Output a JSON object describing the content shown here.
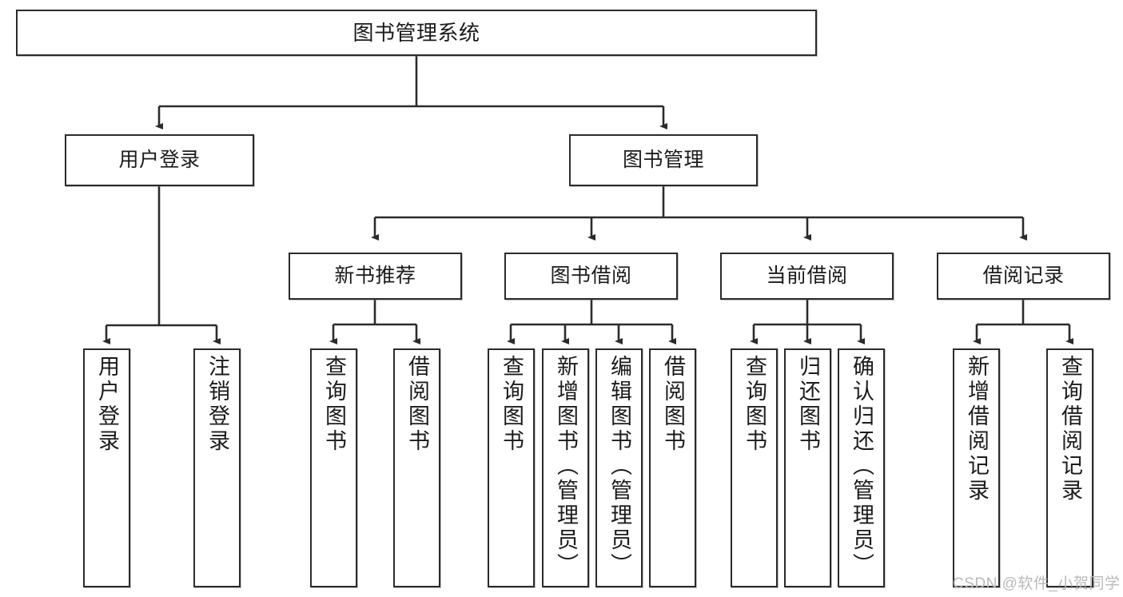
{
  "diagram": {
    "type": "hierarchy-tree",
    "title": "图书管理系统",
    "colors": {
      "box_border": "#2b2b2b",
      "box_fill": "#ffffff",
      "line": "#2b2b2b",
      "text": "#1b1b1b",
      "watermark": "#b9b9b9",
      "background": "#ffffff"
    },
    "nodes": {
      "root": {
        "label": "图书管理系统"
      },
      "level2": [
        {
          "id": "user-login",
          "label": "用户登录"
        },
        {
          "id": "book-manage",
          "label": "图书管理"
        }
      ],
      "level3": [
        {
          "id": "new-book-recommend",
          "label": "新书推荐"
        },
        {
          "id": "book-borrow",
          "label": "图书借阅"
        },
        {
          "id": "current-borrow",
          "label": "当前借阅"
        },
        {
          "id": "borrow-record",
          "label": "借阅记录"
        }
      ],
      "leaves": {
        "user_login": [
          {
            "id": "leaf-user-login",
            "label": "用户登录"
          },
          {
            "id": "leaf-logout-login",
            "label": "注销登录"
          }
        ],
        "new_book_recommend": [
          {
            "id": "leaf-query-book-1",
            "label": "查询图书"
          },
          {
            "id": "leaf-borrow-book-1",
            "label": "借阅图书"
          }
        ],
        "book_borrow": [
          {
            "id": "leaf-query-book-2",
            "label": "查询图书"
          },
          {
            "id": "leaf-add-book",
            "label": "新增图书（管理员）"
          },
          {
            "id": "leaf-edit-book",
            "label": "编辑图书（管理员）"
          },
          {
            "id": "leaf-borrow-book-2",
            "label": "借阅图书"
          }
        ],
        "current_borrow": [
          {
            "id": "leaf-query-book-3",
            "label": "查询图书"
          },
          {
            "id": "leaf-return-book",
            "label": "归还图书"
          },
          {
            "id": "leaf-confirm-return",
            "label": "确认归还（管理员）"
          }
        ],
        "borrow_record": [
          {
            "id": "leaf-add-record",
            "label": "新增借阅记录"
          },
          {
            "id": "leaf-query-record",
            "label": "查询借阅记录"
          }
        ]
      }
    }
  },
  "watermark": {
    "text": "CSDN @软件_小贺同学"
  }
}
